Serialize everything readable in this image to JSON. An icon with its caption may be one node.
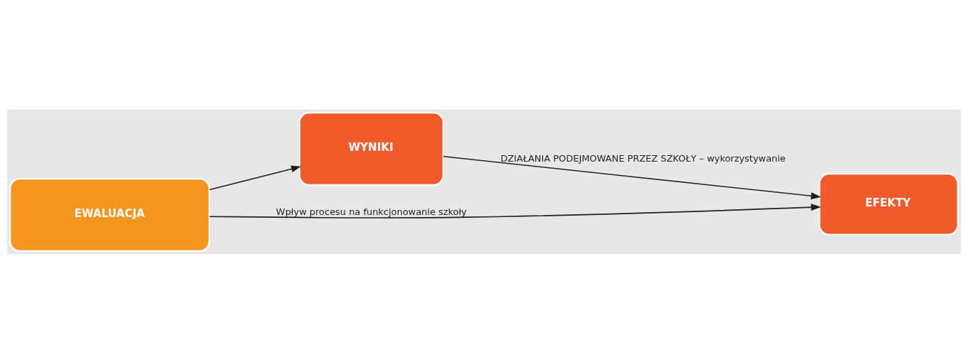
{
  "diagram": {
    "nodes": [
      {
        "text": [
          "EWALUACJA"
        ]
      },
      {
        "text": [
          "WYNIKI"
        ]
      },
      {
        "text": [
          "EFEKTY"
        ]
      }
    ],
    "edges": [
      {
        "from": 0,
        "to": 1,
        "arrow": "to"
      },
      {
        "from": 1,
        "to": 2,
        "arrow": "to",
        "label": "DZIAŁANIA PODEJMOWANE PRZEZ SZKOŁY – wykorzystywanie"
      },
      {
        "from": 0,
        "to": 2,
        "arrow": "to",
        "label": "Wpływ procesu na funkcjonowanie szkoły"
      }
    ]
  }
}
